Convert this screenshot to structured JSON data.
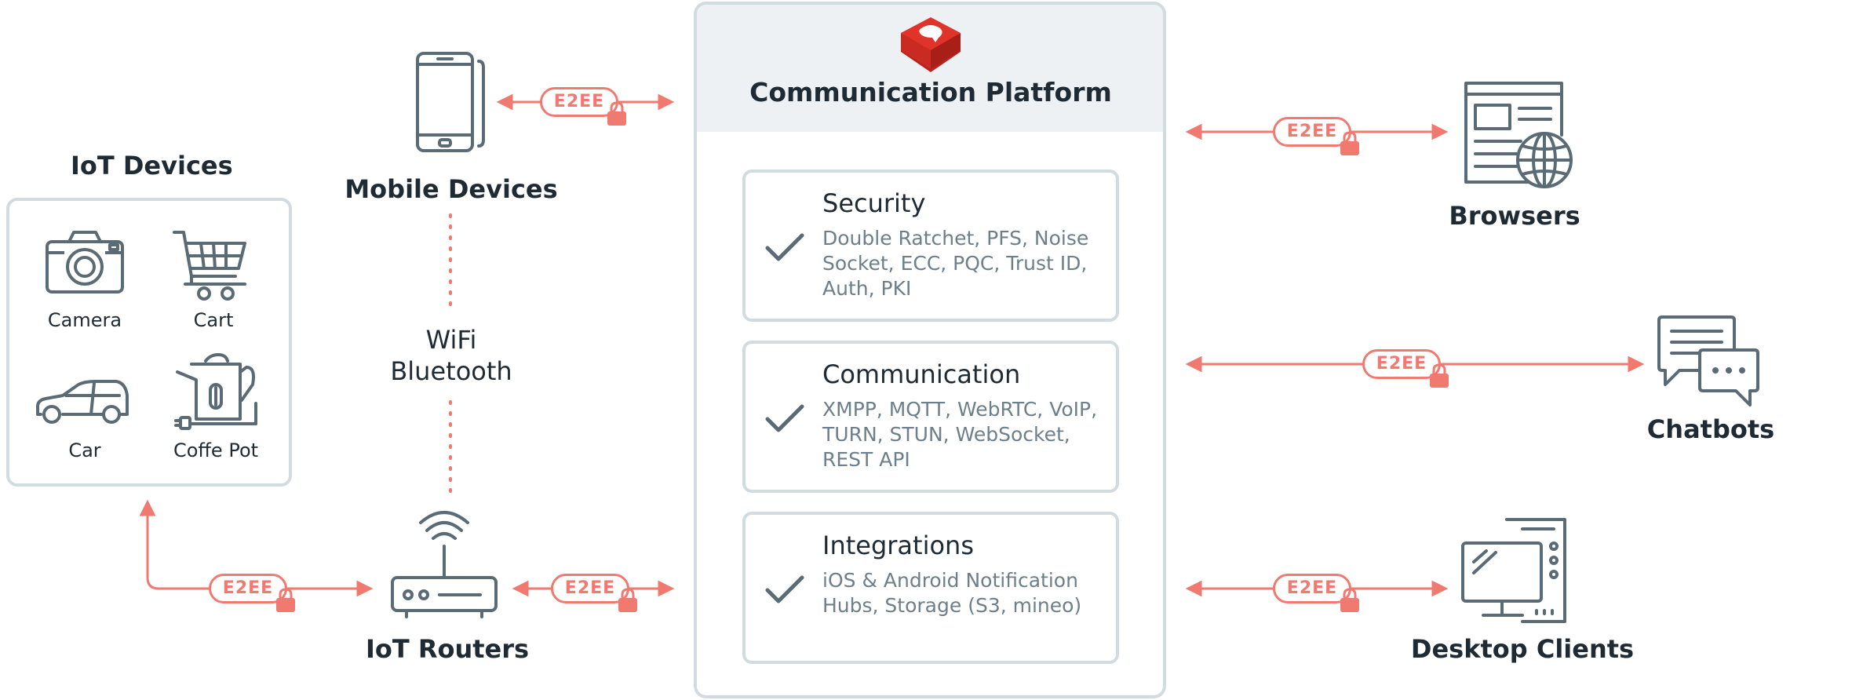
{
  "iot_devices": {
    "title": "IoT Devices",
    "items": [
      {
        "label": "Camera",
        "icon": "camera-icon"
      },
      {
        "label": "Cart",
        "icon": "cart-icon"
      },
      {
        "label": "Car",
        "icon": "car-icon"
      },
      {
        "label": "Coffe Pot",
        "icon": "coffee-pot-icon"
      }
    ]
  },
  "mobile_devices": {
    "label": "Mobile Devices",
    "icon": "smartphone-icon"
  },
  "connectivity": {
    "line1": "WiFi",
    "line2": "Bluetooth"
  },
  "iot_routers": {
    "label": "IoT Routers",
    "icon": "router-icon"
  },
  "platform": {
    "title": "Communication Platform",
    "logo_icon": "chat-bubble-logo-icon",
    "features": [
      {
        "title": "Security",
        "description": "Double Ratchet, PFS, Noise Socket, ECC, PQC, Trust ID, Auth, PKI",
        "icon": "checkmark-icon"
      },
      {
        "title": "Communication",
        "description": "XMPP, MQTT, WebRTC, VoIP, TURN, STUN, WebSocket, REST API",
        "icon": "checkmark-icon"
      },
      {
        "title": "Integrations",
        "description": "iOS & Android Notification Hubs, Storage (S3, mineo)",
        "icon": "checkmark-icon"
      }
    ]
  },
  "clients": [
    {
      "label": "Browsers",
      "icon": "browser-globe-icon"
    },
    {
      "label": "Chatbots",
      "icon": "chat-bubbles-icon"
    },
    {
      "label": "Desktop Clients",
      "icon": "desktop-computer-icon"
    }
  ],
  "connection_badge": "E2EE",
  "colors": {
    "accent": "#f07a70",
    "icon": "#5b6b75",
    "border": "#d2dbe0",
    "header_bg": "#eef1f3",
    "description_text": "#6c7f8a",
    "logo_red": "#e0332a"
  }
}
